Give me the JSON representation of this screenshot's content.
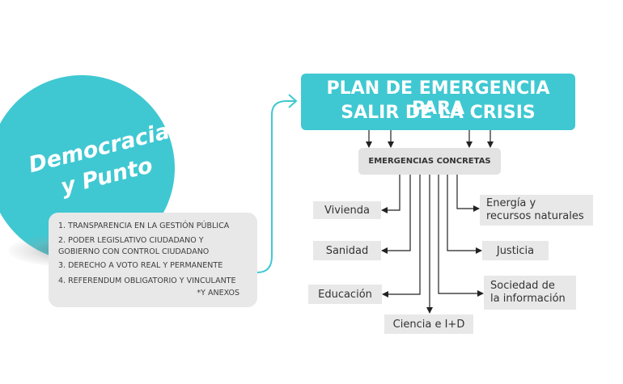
{
  "brand": {
    "line1": "Democracia",
    "line2": "y Punto"
  },
  "points": [
    "1. TRANSPARENCIA EN LA GESTIÓN PÚBLICA",
    "2. PODER LEGISLATIVO CIUDADANO Y",
    "GOBIERNO CON CONTROL CIUDADANO",
    "3. DERECHO A VOTO REAL Y PERMANENTE",
    "4. REFERENDUM OBLIGATORIO Y VINCULANTE"
  ],
  "points_note": "*Y ANEXOS",
  "plan": {
    "line1": "PLAN DE EMERGENCIA PARA",
    "line2": "SALIR DE LA CRISIS"
  },
  "emergencias": "EMERGENCIAS CONCRETAS",
  "items": {
    "vivienda": "Vivienda",
    "sanidad": "Sanidad",
    "educacion": "Educación",
    "ciencia": "Ciencia e I+D",
    "energia": {
      "line1": "Energía y",
      "line2": "recursos naturales"
    },
    "justicia": "Justicia",
    "sociedad": {
      "line1": "Sociedad de",
      "line2": "la información"
    }
  },
  "colors": {
    "accent": "#3fc8d2",
    "box": "#e8e8e8",
    "text": "#333333"
  }
}
